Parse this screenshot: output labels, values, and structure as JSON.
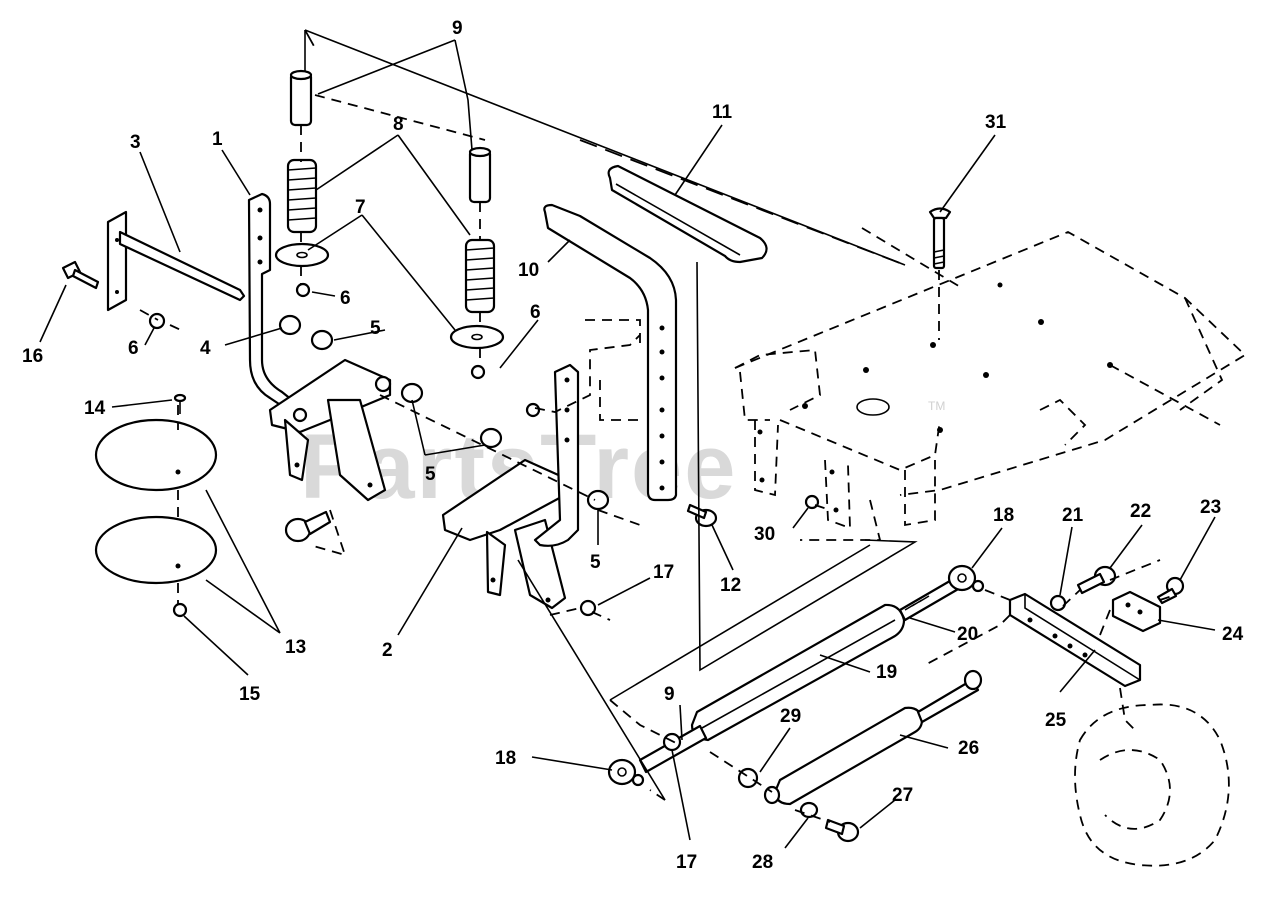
{
  "watermark": {
    "text": "PartsTree",
    "mark": "TM",
    "color": "#d9d9d9"
  },
  "callouts": [
    {
      "id": "c9a",
      "label": "9"
    },
    {
      "id": "c8",
      "label": "8"
    },
    {
      "id": "c11",
      "label": "11"
    },
    {
      "id": "c31",
      "label": "31"
    },
    {
      "id": "c3",
      "label": "3"
    },
    {
      "id": "c1",
      "label": "1"
    },
    {
      "id": "c7",
      "label": "7"
    },
    {
      "id": "c10",
      "label": "10"
    },
    {
      "id": "c6a",
      "label": "6"
    },
    {
      "id": "c6b",
      "label": "6"
    },
    {
      "id": "c6c",
      "label": "6"
    },
    {
      "id": "c16",
      "label": "16"
    },
    {
      "id": "c4",
      "label": "4"
    },
    {
      "id": "c5a",
      "label": "5"
    },
    {
      "id": "c5b",
      "label": "5"
    },
    {
      "id": "c5c",
      "label": "5"
    },
    {
      "id": "c14",
      "label": "14"
    },
    {
      "id": "c30",
      "label": "30"
    },
    {
      "id": "c12",
      "label": "12"
    },
    {
      "id": "c18a",
      "label": "18"
    },
    {
      "id": "c21",
      "label": "21"
    },
    {
      "id": "c22",
      "label": "22"
    },
    {
      "id": "c23",
      "label": "23"
    },
    {
      "id": "c17a",
      "label": "17"
    },
    {
      "id": "c20",
      "label": "20"
    },
    {
      "id": "c24",
      "label": "24"
    },
    {
      "id": "c13",
      "label": "13"
    },
    {
      "id": "c2",
      "label": "2"
    },
    {
      "id": "c19",
      "label": "19"
    },
    {
      "id": "c15",
      "label": "15"
    },
    {
      "id": "c25",
      "label": "25"
    },
    {
      "id": "c9b",
      "label": "9"
    },
    {
      "id": "c29",
      "label": "29"
    },
    {
      "id": "c26",
      "label": "26"
    },
    {
      "id": "c18b",
      "label": "18"
    },
    {
      "id": "c27",
      "label": "27"
    },
    {
      "id": "c17b",
      "label": "17"
    },
    {
      "id": "c28",
      "label": "28"
    }
  ]
}
